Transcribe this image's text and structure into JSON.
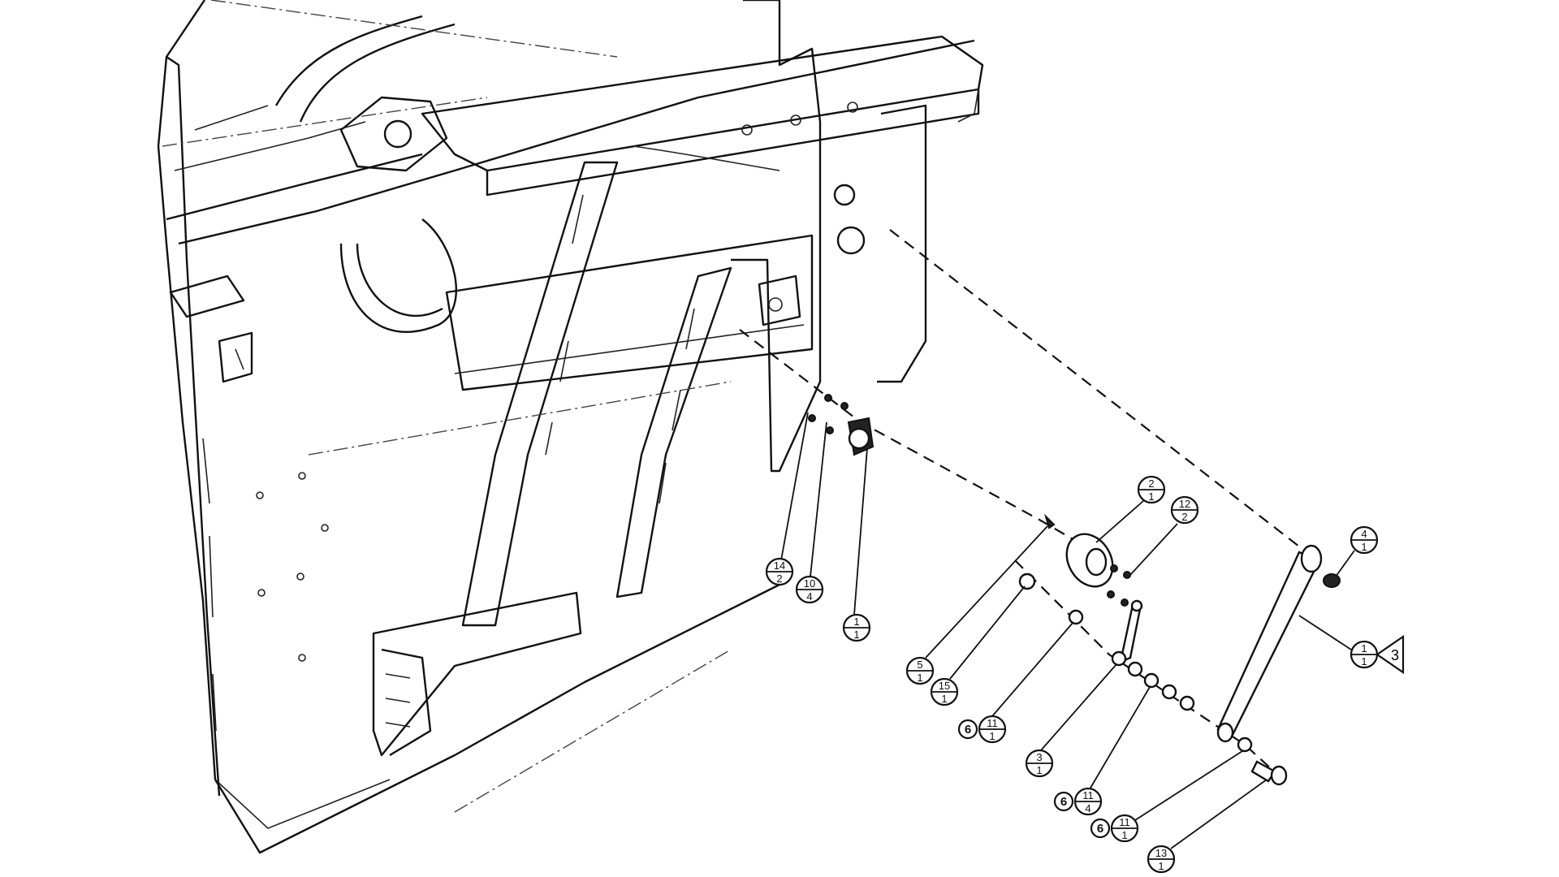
{
  "diagram": {
    "type": "exploded parts view",
    "callouts": [
      {
        "item": "2",
        "qty": "1"
      },
      {
        "item": "12",
        "qty": "2"
      },
      {
        "item": "4",
        "qty": "1"
      },
      {
        "item": "1",
        "qty": "1",
        "note": "3"
      },
      {
        "item": "14",
        "qty": "2"
      },
      {
        "item": "10",
        "qty": "4"
      },
      {
        "item": "1",
        "qty": "1"
      },
      {
        "item": "5",
        "qty": "1"
      },
      {
        "item": "15",
        "qty": "1"
      },
      {
        "item": "11",
        "qty": "1",
        "ref": "6"
      },
      {
        "item": "3",
        "qty": "1"
      },
      {
        "item": "11",
        "qty": "4",
        "ref": "6"
      },
      {
        "item": "11",
        "qty": "1",
        "ref": "6"
      },
      {
        "item": "13",
        "qty": "1"
      }
    ]
  }
}
